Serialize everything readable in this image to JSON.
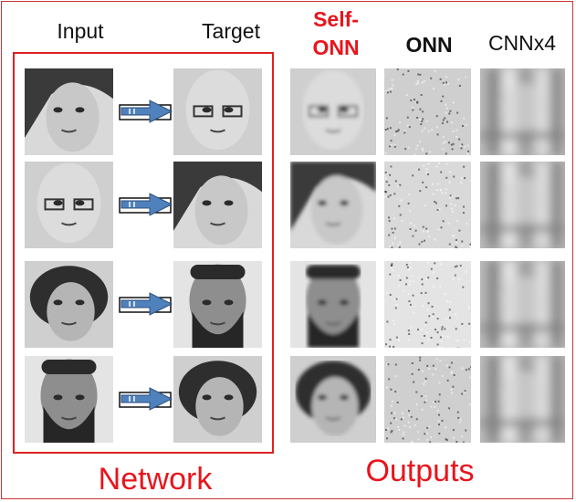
{
  "headers": {
    "input": "Input",
    "target": "Target",
    "self_onn": "Self-ONN",
    "onn": "ONN",
    "cnn": "CNNx4"
  },
  "labels": {
    "network": "Network",
    "outputs": "Outputs"
  },
  "colors": {
    "accent_red": "#e8141c",
    "arrow_blue": "#4f81bd"
  },
  "rows": [
    {
      "input": "woman-long-hair-face",
      "target": "bald-man-glasses-face",
      "self_onn": "blurred-bald-man-face",
      "onn": "noisy-bald-man-face",
      "cnn": "smeared-face"
    },
    {
      "input": "bald-man-glasses-face",
      "target": "woman-long-hair-face",
      "self_onn": "blurred-woman-face",
      "onn": "noisy-woman-face",
      "cnn": "smeared-face"
    },
    {
      "input": "older-woman-curly-hair-face",
      "target": "bearded-man-face",
      "self_onn": "blurred-bearded-man-face",
      "onn": "noisy-bearded-man-face",
      "cnn": "smeared-face"
    },
    {
      "input": "bearded-man-face",
      "target": "older-woman-curly-hair-face",
      "self_onn": "blurred-older-woman-face",
      "onn": "noisy-older-woman-face",
      "cnn": "smeared-face"
    }
  ]
}
